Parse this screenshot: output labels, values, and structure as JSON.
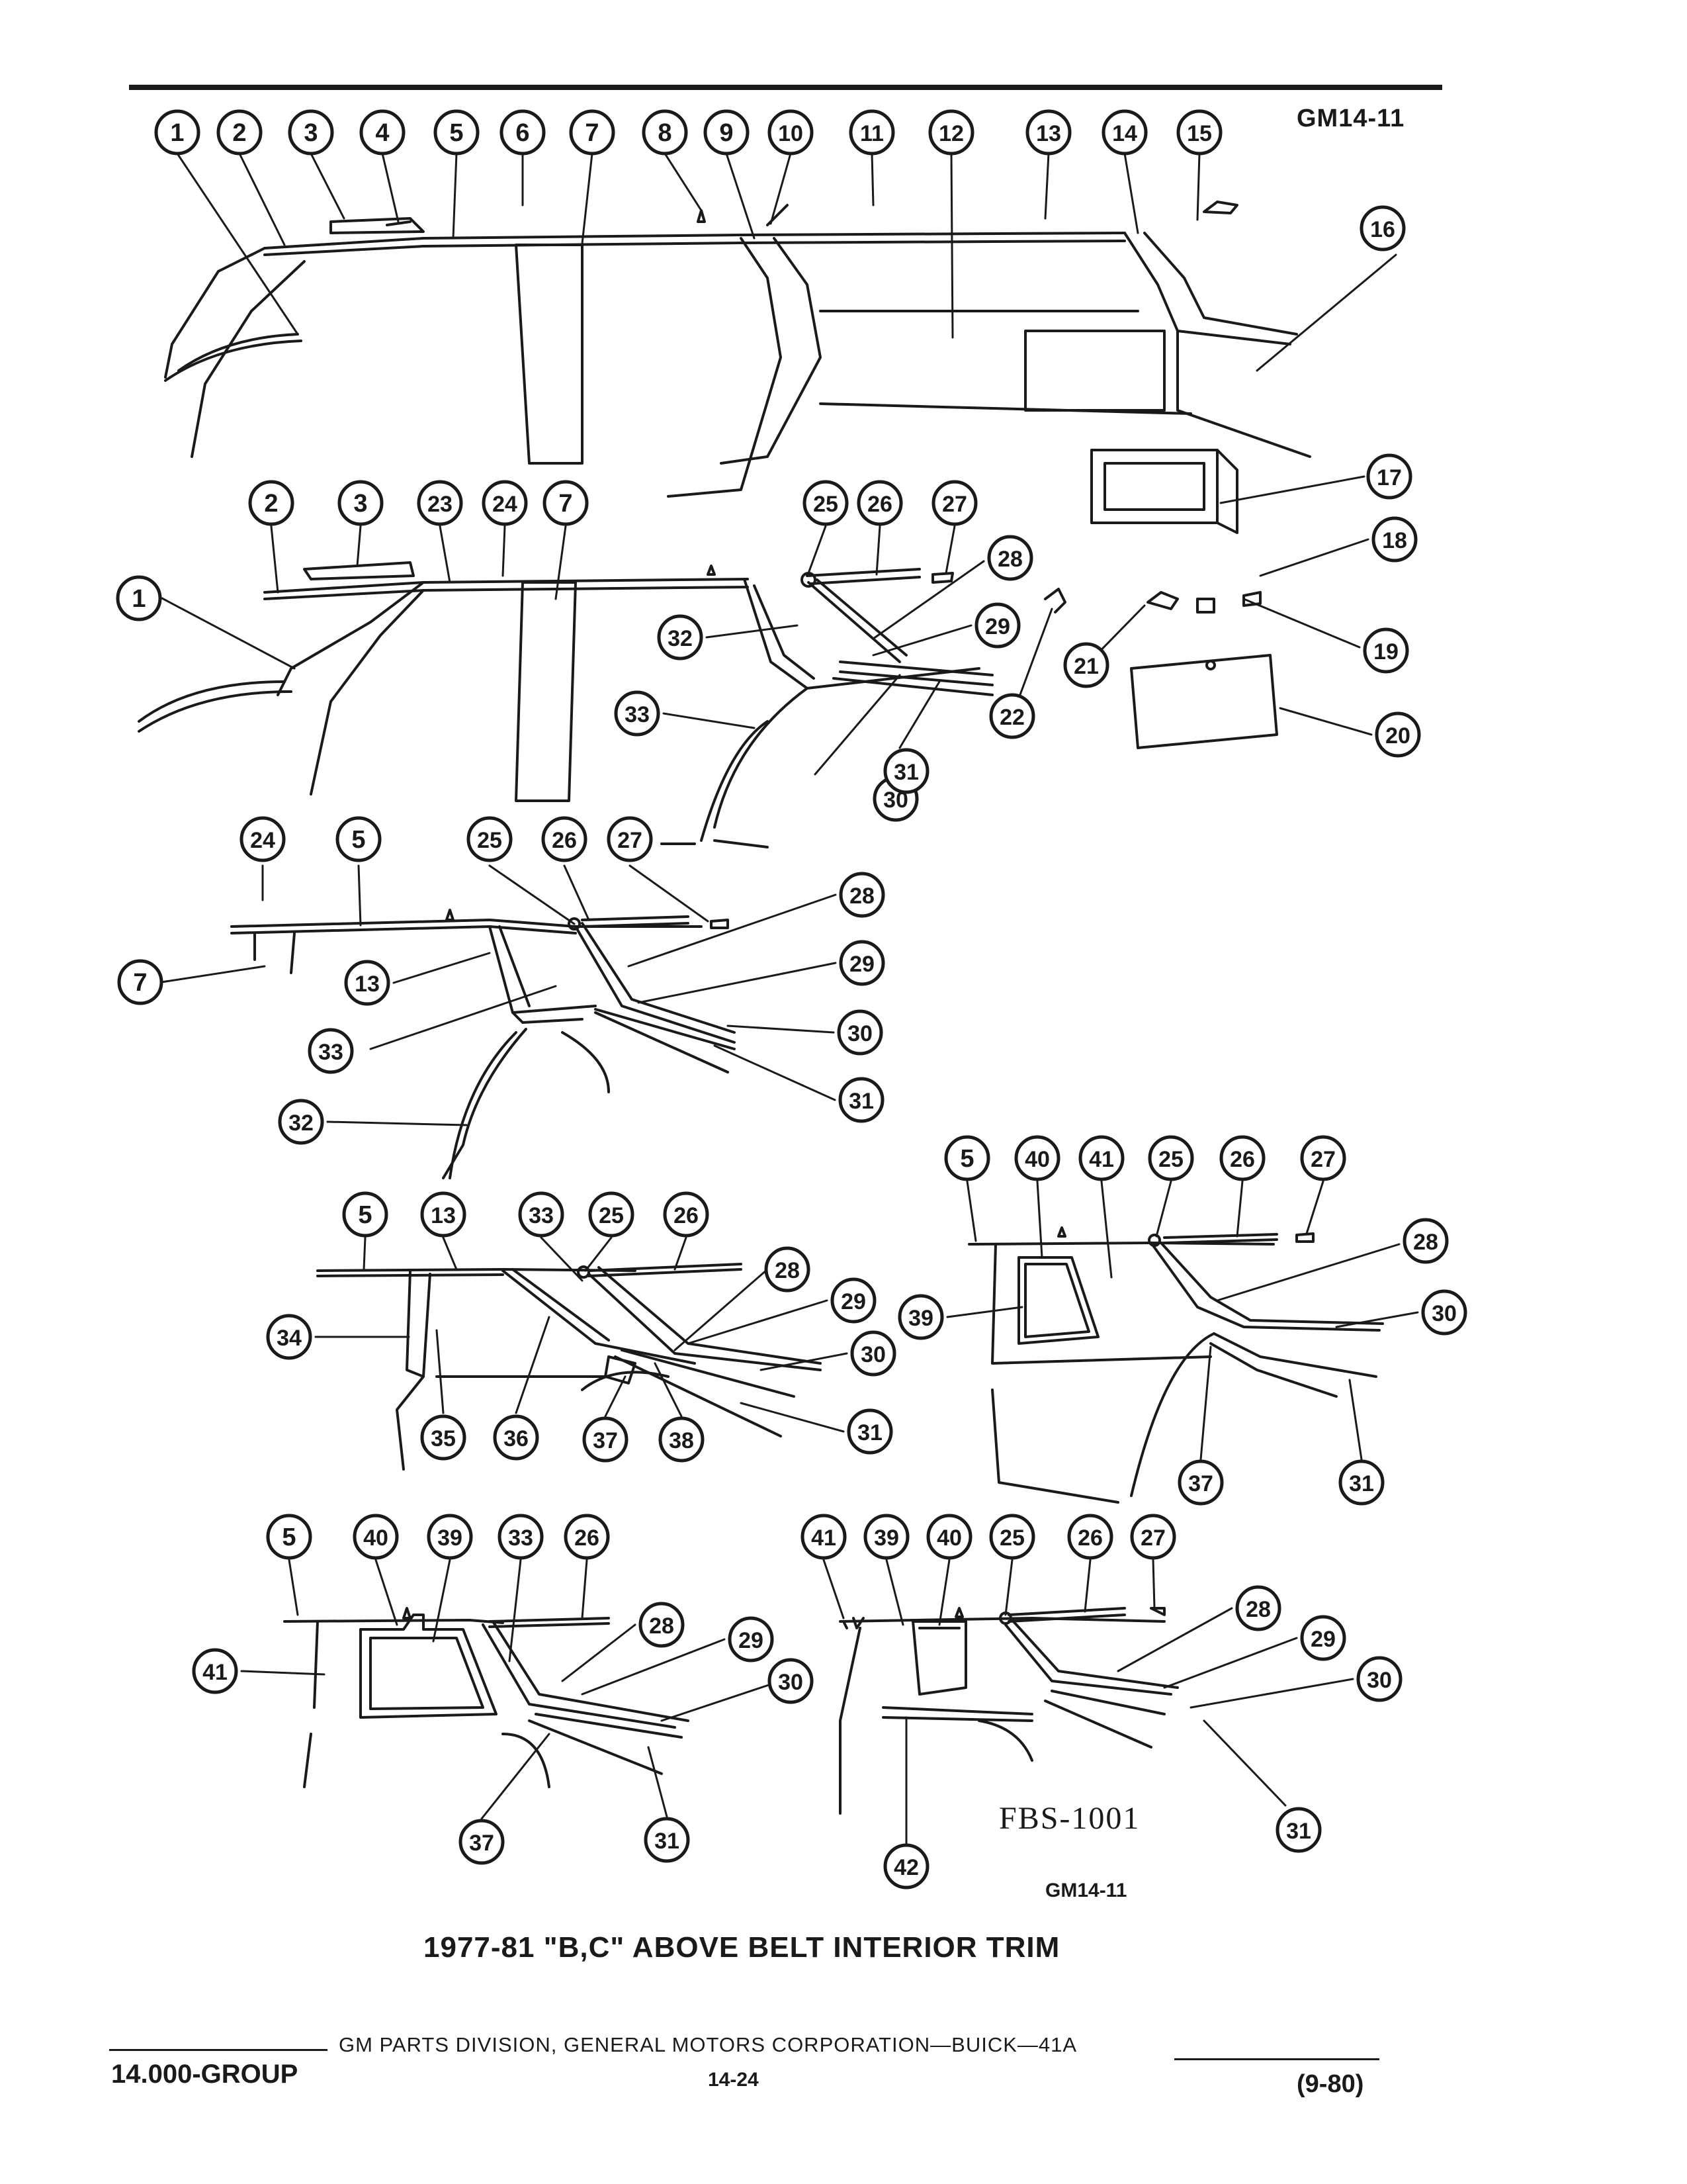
{
  "header": {
    "figure_code": "GM14-11"
  },
  "figure": {
    "drawing_code": "FBS-1001",
    "figure_code": "GM14-11"
  },
  "caption": "1977-81 \"B,C\" ABOVE BELT INTERIOR TRIM",
  "footer": {
    "group": "14.000-GROUP",
    "division": "GM PARTS DIVISION, GENERAL MOTORS CORPORATION—BUICK—41A",
    "page": "14-24",
    "date": "(9-80)"
  },
  "callouts": {
    "view1": [
      "1",
      "2",
      "3",
      "4",
      "5",
      "6",
      "7",
      "8",
      "9",
      "10",
      "11",
      "12",
      "13",
      "14",
      "15",
      "16",
      "17",
      "18",
      "19",
      "20",
      "21",
      "22"
    ],
    "view2": [
      "1",
      "2",
      "3",
      "23",
      "24",
      "7",
      "25",
      "26",
      "27",
      "28",
      "29",
      "30",
      "31",
      "32",
      "33"
    ],
    "view3": [
      "24",
      "5",
      "25",
      "26",
      "27",
      "7",
      "13",
      "33",
      "32",
      "28",
      "29",
      "30",
      "31"
    ],
    "view4": [
      "5",
      "13",
      "33",
      "25",
      "26",
      "34",
      "35",
      "36",
      "37",
      "38",
      "28",
      "29",
      "30",
      "31"
    ],
    "view5": [
      "5",
      "40",
      "41",
      "25",
      "26",
      "27",
      "39",
      "28",
      "30",
      "37",
      "31"
    ],
    "view6": [
      "5",
      "40",
      "39",
      "33",
      "26",
      "41",
      "28",
      "29",
      "30",
      "37",
      "31"
    ],
    "view7": [
      "41",
      "39",
      "40",
      "25",
      "26",
      "27",
      "28",
      "29",
      "30",
      "31",
      "42"
    ]
  },
  "line_color": "#1a1a1a"
}
